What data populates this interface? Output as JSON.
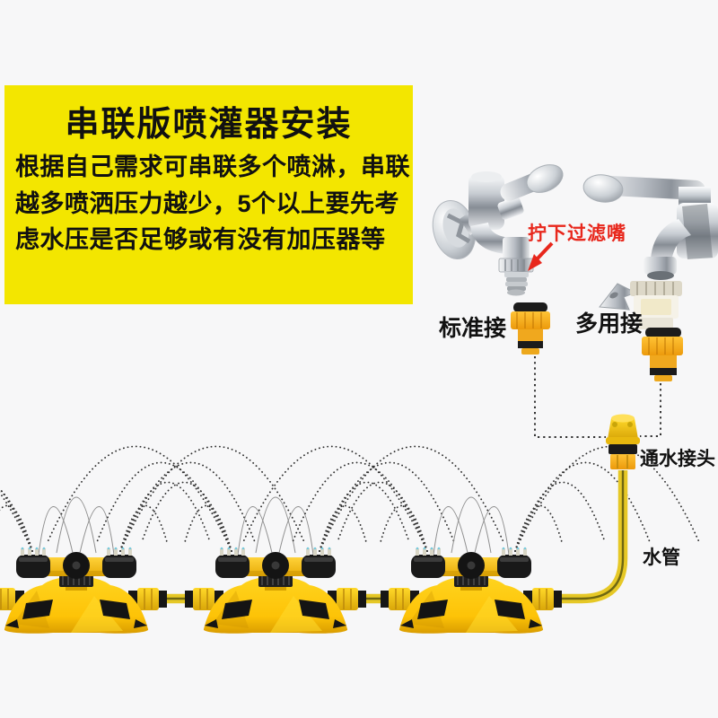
{
  "info_box": {
    "title": "串联版喷灌器安装",
    "body_lines": [
      "根据自己需求可串联多个喷淋，串联",
      "越多喷洒压力越少，5个以上要先考",
      "虑水压是否足够或有没有加压器等"
    ]
  },
  "labels": {
    "filter_note": "拧下过滤嘴",
    "standard_tap": "标准接",
    "multi_tap": "多用接",
    "water_connector": "通水接头",
    "water_pipe": "水管"
  },
  "colors": {
    "page_bg": "#f7f7f8",
    "panel_bg": "#f3e600",
    "panel_text": "#111111",
    "note_red": "#e8271c",
    "sprinkler_yellow": "#ffc60e",
    "connector_orange": "#f5a01d",
    "hose_yellow": "#e6c826",
    "parts_black": "#1a1a1a",
    "chrome_silver": "#c7ccd2"
  },
  "scene": {
    "sprinkler_count": 3,
    "sprinkler_positions_x": [
      85,
      307,
      525
    ]
  }
}
